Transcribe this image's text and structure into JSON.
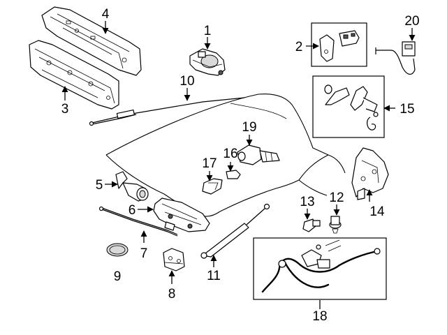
{
  "callouts": [
    {
      "id": "c1",
      "num": "1"
    },
    {
      "id": "c2",
      "num": "2"
    },
    {
      "id": "c3",
      "num": "3"
    },
    {
      "id": "c4",
      "num": "4"
    },
    {
      "id": "c5",
      "num": "5"
    },
    {
      "id": "c6",
      "num": "6"
    },
    {
      "id": "c7",
      "num": "7"
    },
    {
      "id": "c8",
      "num": "8"
    },
    {
      "id": "c9",
      "num": "9"
    },
    {
      "id": "c10",
      "num": "10"
    },
    {
      "id": "c11",
      "num": "11"
    },
    {
      "id": "c12",
      "num": "12"
    },
    {
      "id": "c13",
      "num": "13"
    },
    {
      "id": "c14",
      "num": "14"
    },
    {
      "id": "c15",
      "num": "15"
    },
    {
      "id": "c16",
      "num": "16"
    },
    {
      "id": "c17",
      "num": "17"
    },
    {
      "id": "c18",
      "num": "18"
    },
    {
      "id": "c19",
      "num": "19"
    },
    {
      "id": "c20",
      "num": "20"
    }
  ]
}
